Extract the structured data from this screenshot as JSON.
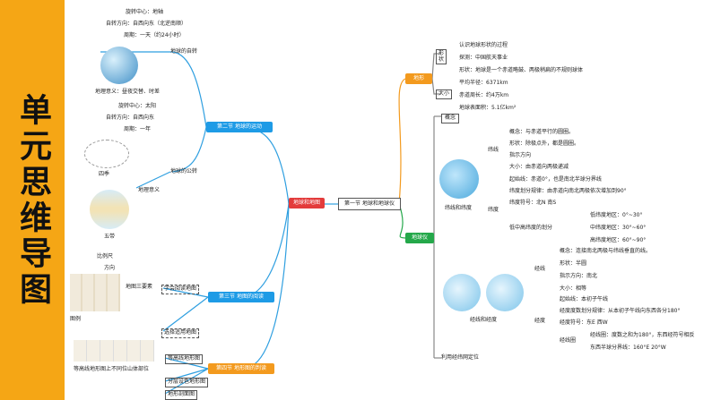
{
  "sidebar": {
    "title": "单元思维导图"
  },
  "center": {
    "label": "地球和地图"
  },
  "section1": {
    "label": "第一节  地球和地球仪",
    "shape": {
      "label": "地形",
      "shape_label": "形\n状",
      "size_label": "大小",
      "items": [
        "认识地球形状的过程",
        "探测：中国航天事业",
        "形状：地球是一个赤道略鼓、两极稍扁的不规则球体"
      ],
      "size_items": [
        "平均半径：6371km",
        "赤道周长：约4万km",
        "地球表面积：5.1亿km²"
      ]
    },
    "globe": {
      "label": "地球仪",
      "concept": "概念",
      "weft_label": "纬线",
      "weft_items": [
        "概念：与赤道平行的圆圈。",
        "形状：除极点外，都是圆圈。",
        "指示方向",
        "大小：由赤道向两极递减"
      ],
      "latitude_label": "纬度",
      "latitude_items": [
        "起始线：赤道0°，也是南北半球分界线",
        "纬度划分规律：由赤道向南北两极依次增加到90°",
        "纬度符号：北N  南S",
        "低中高纬度的划分"
      ],
      "lat_zones": [
        "低纬度地区：0°~30°",
        "中纬度地区：30°~60°",
        "高纬度地区：60°~90°"
      ],
      "globe_caption": "纬线和纬度",
      "meridian_label": "经线",
      "meridian_items": [
        "概念：连接南北两极与纬线垂直的线。",
        "形状：半圆",
        "指示方向：南北",
        "大小：相等"
      ],
      "longitude_label": "经度",
      "longitude_items": [
        "起始线：本初子午线",
        "经度度数划分规律：从本初子午线向东西各分180°",
        "经度符号：东E  西W"
      ],
      "hemi_label": "经线圈",
      "hemi_items": [
        "经线圈：度数之和为180°，东西经符号相反",
        "东西半球分界线：160°E  20°W"
      ],
      "globe_caption2": "经线和经度",
      "use_label": "利用经纬网定位"
    }
  },
  "section2": {
    "label": "第二节  地球的运动",
    "rotation_label": "地球的自转",
    "rotation_items": [
      "旋转中心：地轴",
      "自转方向：自西向东（北逆南顺）",
      "周期：一天（约24小时）",
      "地理意义：昼夜交替、时差"
    ],
    "revolution_label": "地球的公转",
    "revolution_items": [
      "旋转中心：太阳",
      "自转方向：自西向东",
      "周期：一年"
    ],
    "meaning_label": "地理意义",
    "seasons_caption": "四季",
    "zones_caption": "五带"
  },
  "section3": {
    "label": "第三节  地图的阅读",
    "learn_label": "学会阅读地图",
    "elements_label": "地图三要素",
    "scale_label": "比例尺",
    "direction_label": "方向",
    "legend_label": "图例",
    "select_label": "选择适用地图"
  },
  "section4": {
    "label": "第四节  地形图的判读",
    "contour_label": "等高线地形图",
    "contour_caption": "等高线地形图上不同位山体部位",
    "layered_label": "分层设色地形图",
    "profile_label": "地形剖面图"
  },
  "colors": {
    "sidebar": "#f5a615",
    "center": "#e33b3b",
    "blue": "#1e9be6",
    "orange": "#f39a1e",
    "green": "#24a84a",
    "branch": "#2f9fe0"
  }
}
